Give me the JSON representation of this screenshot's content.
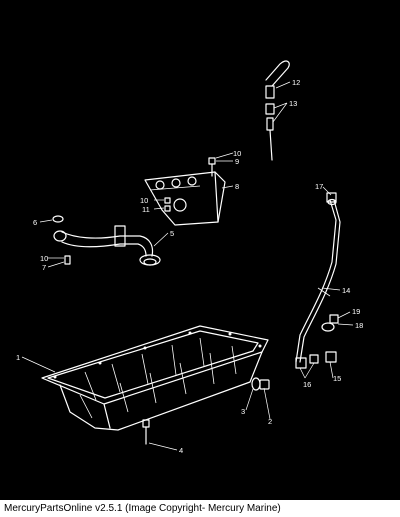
{
  "caption": "MercuryPartsOnline v2.5.1 (Image Copyright- Mercury Marine)",
  "callouts": [
    "1",
    "2",
    "3",
    "4",
    "5",
    "6",
    "7",
    "8",
    "9",
    "10",
    "11",
    "12",
    "13",
    "14",
    "15",
    "16",
    "17",
    "18",
    "19",
    "10",
    "10"
  ],
  "colors": {
    "background": "#000000",
    "lines": "#ffffff",
    "caption_bg": "#ffffff",
    "caption_text": "#000000"
  }
}
